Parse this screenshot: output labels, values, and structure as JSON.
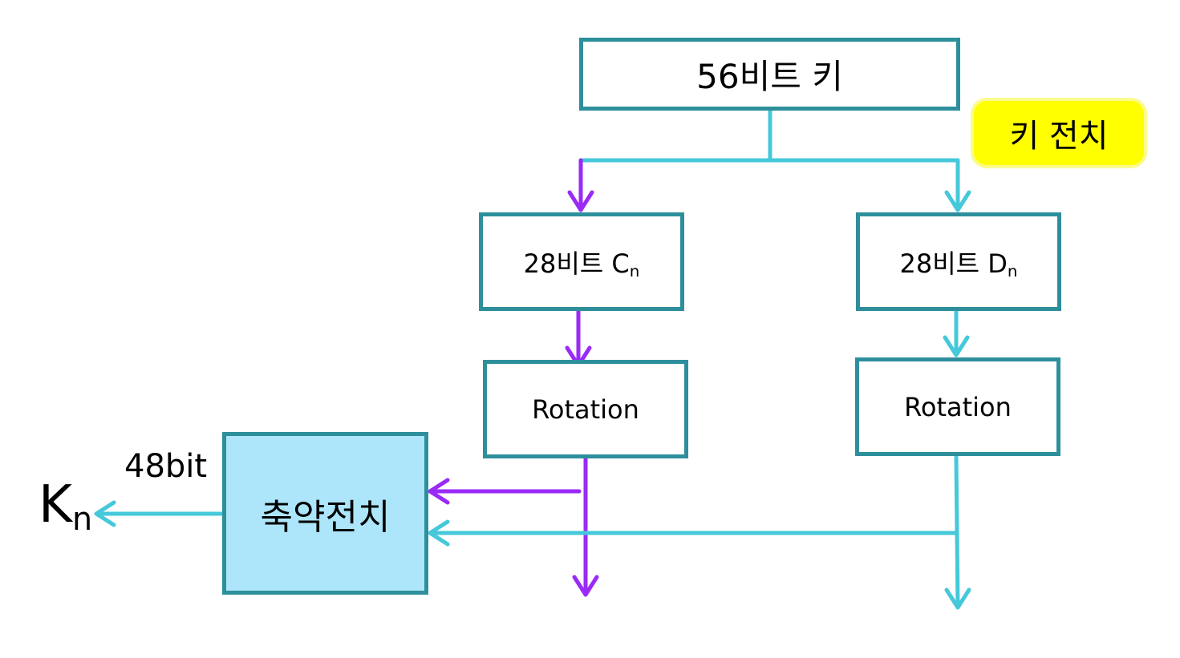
{
  "key56": "56비트 키",
  "key_permutation": "키 전치",
  "c_half": {
    "label": "28비트 C",
    "sub": "n"
  },
  "d_half": {
    "label": "28비트 D",
    "sub": "n"
  },
  "rotation_left": "Rotation",
  "rotation_right": "Rotation",
  "compression_permutation": "축약전치",
  "output_bits": "48bit",
  "output_key": {
    "label": "K",
    "sub": "n"
  },
  "colors": {
    "box_border": "#2e8f9c",
    "cyan_line": "#45c8da",
    "purple_line": "#9a2bf6",
    "reduce_fill": "#ade6fa",
    "highlight": "#ffff00"
  }
}
